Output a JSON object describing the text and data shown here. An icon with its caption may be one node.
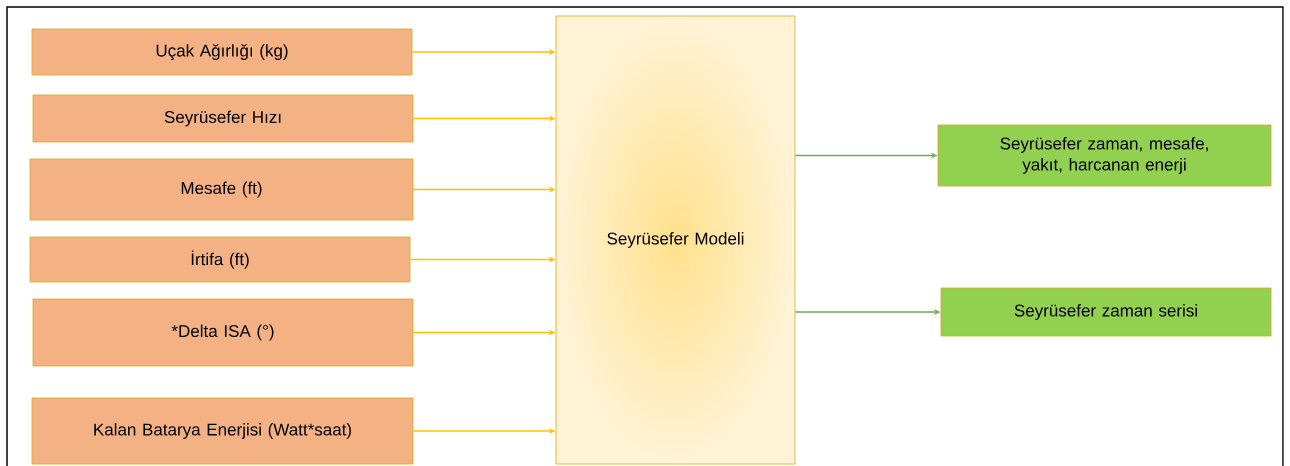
{
  "diagram": {
    "nodes": [
      {
        "text": [
          "Uçak Ağırlığı (kg)"
        ]
      },
      {
        "text": [
          "Seyrüsefer Hızı"
        ]
      },
      {
        "text": [
          "Mesafe (ft)"
        ]
      },
      {
        "text": [
          "İrtifa (ft)"
        ]
      },
      {
        "text": [
          "*Delta ISA (°)"
        ]
      },
      {
        "text": [
          "Kalan Batarya Enerjisi (Watt*saat)"
        ]
      },
      {
        "text": [
          "Seyrüsefer Modeli"
        ]
      },
      {
        "text": [
          "Seyrüsefer zaman, mesafe, yakıt, harcanan enerji"
        ]
      },
      {
        "text": [
          "Seyrüsefer zaman serisi"
        ]
      }
    ],
    "edges": [
      {
        "from": 0,
        "to": 6,
        "arrow": "to"
      },
      {
        "from": 1,
        "to": 6,
        "arrow": "to"
      },
      {
        "from": 2,
        "to": 6,
        "arrow": "to"
      },
      {
        "from": 3,
        "to": 6,
        "arrow": "to"
      },
      {
        "from": 4,
        "to": 6,
        "arrow": "to"
      },
      {
        "from": 5,
        "to": 6,
        "arrow": "to"
      },
      {
        "from": 6,
        "to": 7,
        "arrow": "to",
        "color": "#70ad47"
      },
      {
        "from": 6,
        "to": 8,
        "arrow": "to",
        "color": "#70ad47"
      }
    ]
  }
}
